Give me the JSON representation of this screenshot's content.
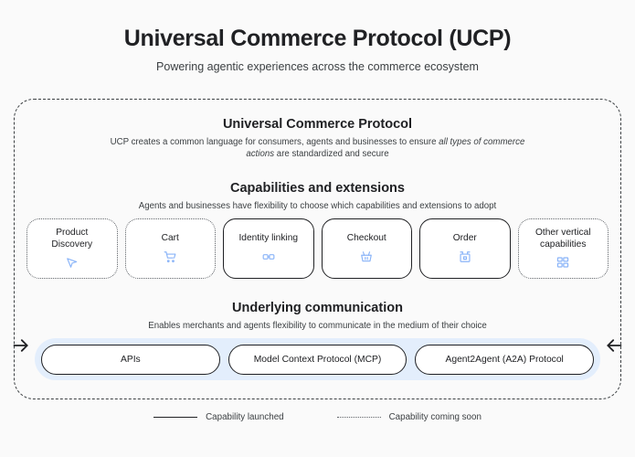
{
  "header": {
    "title": "Universal Commerce Protocol (UCP)",
    "subtitle": "Powering agentic experiences across the commerce ecosystem"
  },
  "protocol": {
    "title": "Universal Commerce Protocol",
    "description_before": "UCP creates a common language for consumers, agents and businesses to ensure ",
    "description_emphasis": "all types of commerce actions",
    "description_after": " are standardized and secure"
  },
  "capabilities": {
    "title": "Capabilities and extensions",
    "description": "Agents and businesses have flexibility to choose which capabilities and extensions to adopt",
    "cards": [
      {
        "label": "Product\nDiscovery",
        "icon": "cursor-arrow-icon",
        "status": "soon"
      },
      {
        "label": "Cart",
        "icon": "shopping-cart-icon",
        "status": "soon"
      },
      {
        "label": "Identity linking",
        "icon": "link-icon",
        "status": "launched"
      },
      {
        "label": "Checkout",
        "icon": "shopping-basket-icon",
        "status": "launched"
      },
      {
        "label": "Order",
        "icon": "package-box-icon",
        "status": "launched"
      },
      {
        "label": "Other vertical\ncapabilities",
        "icon": "grid-blocks-icon",
        "status": "soon"
      }
    ]
  },
  "communication": {
    "title": "Underlying communication",
    "description": "Enables merchants and agents flexibility to communicate in the medium of their choice",
    "pills": [
      {
        "label": "APIs"
      },
      {
        "label": "Model Context Protocol (MCP)"
      },
      {
        "label": "Agent2Agent (A2A) Protocol"
      }
    ]
  },
  "legend": {
    "launched": "Capability launched",
    "coming_soon": "Capability coming soon"
  },
  "colors": {
    "page_background": "#fafafa",
    "text_primary": "#202124",
    "text_secondary": "#3c4043",
    "icon_blue": "#8ab4f8",
    "band_blue": "#e3eefc",
    "border_dark": "#202124"
  }
}
